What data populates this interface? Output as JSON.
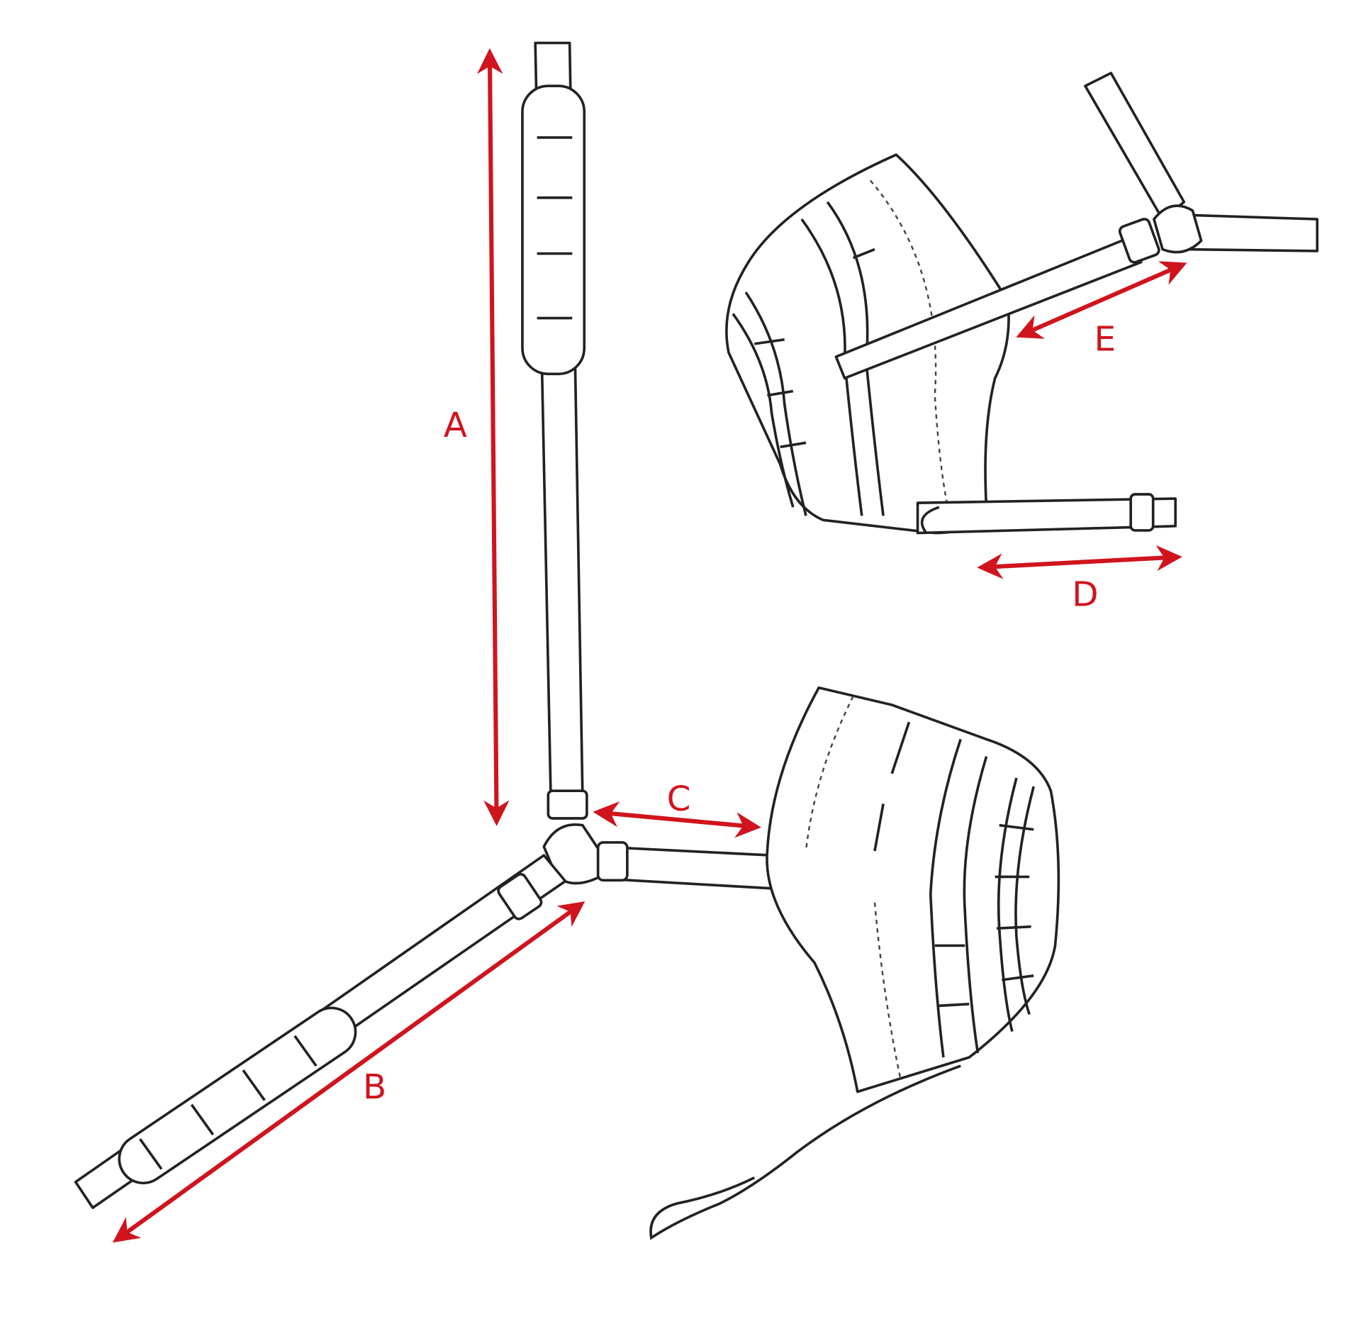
{
  "diagram": {
    "labels": {
      "a": "A",
      "b": "B",
      "c": "C",
      "d": "D",
      "e": "E"
    },
    "colors": {
      "dimension_arrow": "#d0141e",
      "outline": "#222222",
      "background": "#ffffff"
    }
  }
}
